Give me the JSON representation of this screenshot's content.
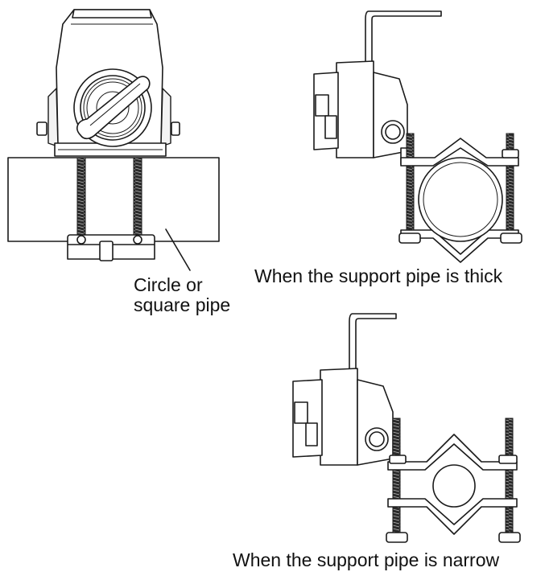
{
  "labels": {
    "pipe_line1": "Circle or",
    "pipe_line2": "square pipe",
    "thick_caption": "When the support pipe is thick",
    "narrow_caption": "When the support pipe is narrow"
  },
  "colors": {
    "line": "#1a1a1a",
    "background": "#ffffff",
    "thread": "#3a3a3a"
  }
}
